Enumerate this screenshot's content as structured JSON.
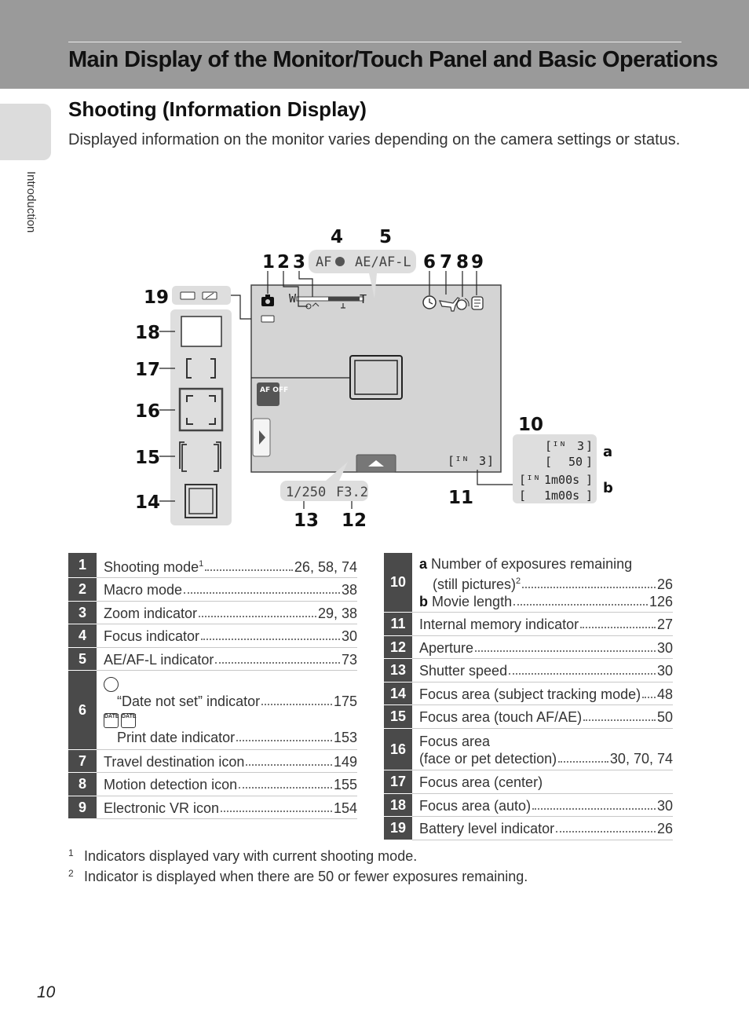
{
  "page": {
    "title": "Main Display of the Monitor/Touch Panel and Basic Operations",
    "side_tab": "Introduction",
    "number": "10"
  },
  "section": {
    "title": "Shooting (Information Display)",
    "intro": "Displayed information on the monitor varies depending on the camera settings or status."
  },
  "diagram": {
    "callouts": [
      "1",
      "2",
      "3",
      "4",
      "5",
      "6",
      "7",
      "8",
      "9",
      "10",
      "11",
      "12",
      "13",
      "14",
      "15",
      "16",
      "17",
      "18",
      "19"
    ],
    "sublabels": [
      "a",
      "b"
    ],
    "readouts": {
      "af": "AF",
      "ae_afl": "AE/AF-L",
      "zoom_w": "W",
      "zoom_t": "T",
      "af_off": "AF OFF",
      "shutter": "1/250",
      "aperture": "F3.2",
      "exposures_small": "3",
      "exp_a1": "3",
      "exp_a2": "50",
      "movie_b1": "1m00s",
      "movie_b2": "1m00s"
    },
    "icons": [
      "camera-icon",
      "macro-icon",
      "focus-dot-icon",
      "clock-icon",
      "airplane-icon",
      "motion-icon",
      "vr-hand-icon",
      "battery-icon",
      "battery-half-icon",
      "af-off-icon",
      "play-arrow-icon",
      "up-arrow-icon",
      "memory-icon"
    ]
  },
  "legend_left": [
    {
      "n": "1",
      "label": "Shooting mode",
      "sup": "1",
      "pages": "26, 58, 74"
    },
    {
      "n": "2",
      "label": "Macro mode",
      "pages": "38"
    },
    {
      "n": "3",
      "label": "Zoom indicator",
      "pages": "29, 38"
    },
    {
      "n": "4",
      "label": "Focus indicator",
      "pages": "30"
    },
    {
      "n": "5",
      "label": "AE/AF-L indicator",
      "pages": "73"
    },
    {
      "n": "6",
      "sub1_label": "“Date not set” indicator",
      "sub1_pages": "175",
      "sub2_label": "Print date indicator",
      "sub2_pages": "153"
    },
    {
      "n": "7",
      "label": "Travel destination icon",
      "pages": "149"
    },
    {
      "n": "8",
      "label": "Motion detection icon",
      "pages": "155"
    },
    {
      "n": "9",
      "label": "Electronic VR icon",
      "pages": "154"
    }
  ],
  "legend_right": [
    {
      "n": "10",
      "a_key": "a",
      "a_line1": "Number of exposures remaining",
      "a_line2": "(still pictures)",
      "a_sup": "2",
      "a_pages": "26",
      "b_key": "b",
      "b_label": "Movie length",
      "b_pages": "126"
    },
    {
      "n": "11",
      "label": "Internal memory indicator",
      "pages": "27"
    },
    {
      "n": "12",
      "label": "Aperture",
      "pages": "30"
    },
    {
      "n": "13",
      "label": "Shutter speed",
      "pages": "30"
    },
    {
      "n": "14",
      "label": "Focus area (subject tracking mode)",
      "pages": "48"
    },
    {
      "n": "15",
      "label": "Focus area (touch AF/AE)",
      "pages": "50"
    },
    {
      "n": "16",
      "line1": "Focus area",
      "line2": "(face or pet detection)",
      "pages": "30, 70, 74"
    },
    {
      "n": "17",
      "label": "Focus area (center)",
      "pages": ""
    },
    {
      "n": "18",
      "label": "Focus area (auto)",
      "pages": "30"
    },
    {
      "n": "19",
      "label": "Battery level indicator",
      "pages": "26"
    }
  ],
  "footnotes": [
    {
      "mark": "1",
      "text": "Indicators displayed vary with current shooting mode."
    },
    {
      "mark": "2",
      "text": "Indicator is displayed when there are 50 or fewer exposures remaining."
    }
  ]
}
